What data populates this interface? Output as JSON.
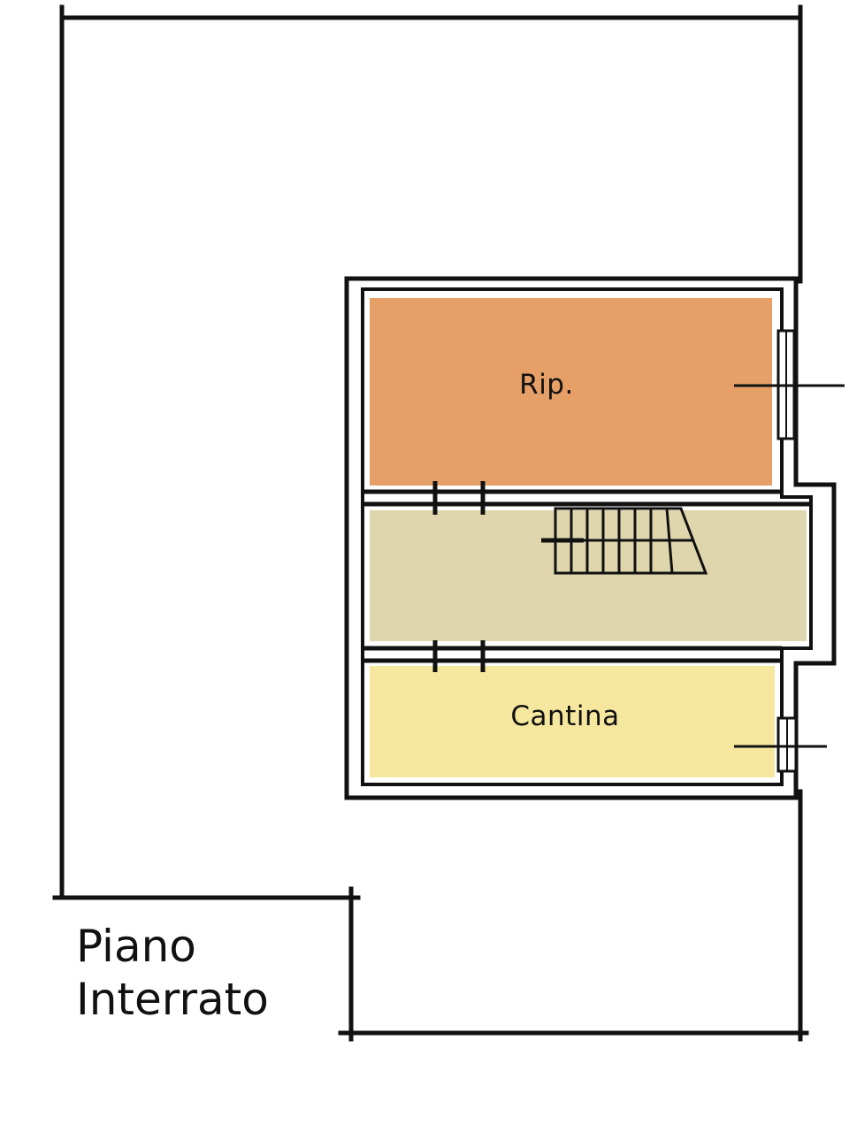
{
  "plan": {
    "title_line1": "Piano",
    "title_line2": "Interrato",
    "rooms": {
      "ripostiglio": {
        "label": "Rip.",
        "color": "#e59f67"
      },
      "disimpegno": {
        "label": "",
        "color": "#e0d6ad"
      },
      "cantina": {
        "label": "Cantina",
        "color": "#f6e79e"
      }
    },
    "colors": {
      "walls": "#111111",
      "background": "#ffffff"
    }
  }
}
